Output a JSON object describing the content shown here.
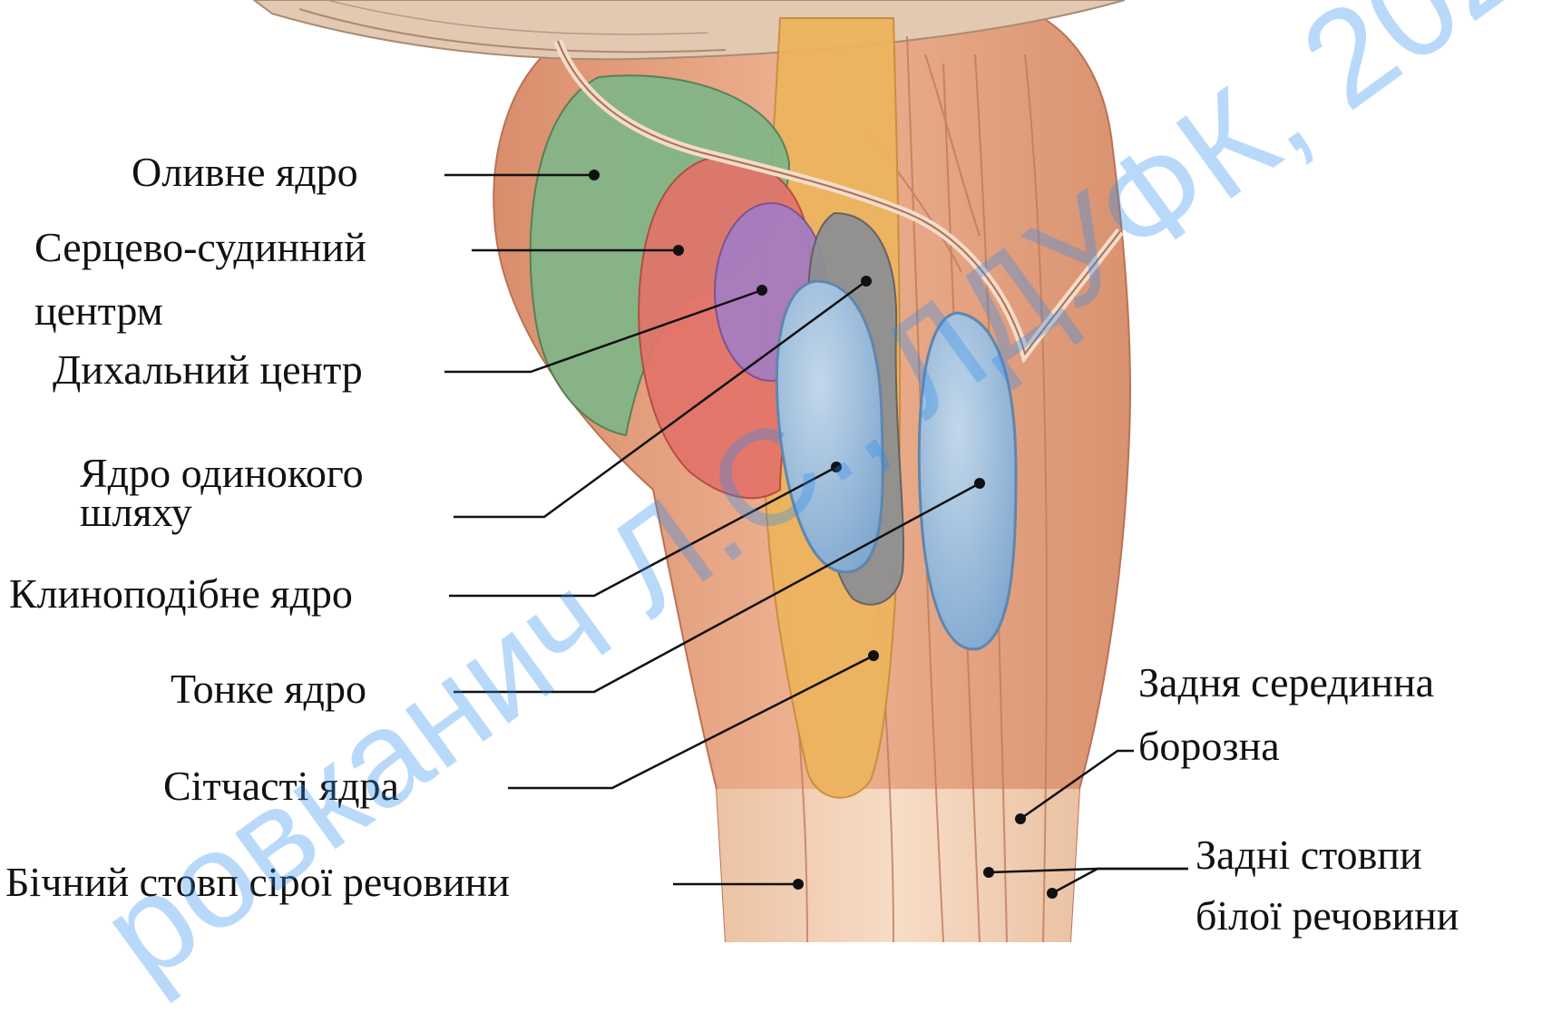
{
  "labels": {
    "olive_nucleus": "Оливне ядро",
    "cardiovascular_center_1": "Серцево-судинний",
    "cardiovascular_center_2": "центрм",
    "respiratory_center": "Дихальний центр",
    "solitary_nucleus_1": "Ядро одинокого",
    "solitary_nucleus_2": "шляху",
    "cuneate_nucleus": "Клиноподібне ядро",
    "gracile_nucleus": "Тонке ядро",
    "reticular_nuclei": "Сітчасті ядра",
    "lateral_gray_column": "Бічний стовп сірої речовини",
    "posterior_median_sulcus_1": "Задня серединна",
    "posterior_median_sulcus_2": "борозна",
    "posterior_white_columns_1": "Задні стовпи",
    "posterior_white_columns_2": "білої речовини"
  },
  "watermark": "ровканич Л.С., ЛДУФК, 202",
  "colors": {
    "tissue": "#e8a483",
    "olive": "#7fb587",
    "cardio": "#e27066",
    "respiratory": "#a77dc0",
    "solitary": "#8c8c90",
    "cuneate": "#8fb3d6",
    "gracile": "#8fb3d6",
    "reticular": "#edb45e",
    "spinal_cord": "#f3d1b6",
    "watermark": "#2a8cf0"
  }
}
